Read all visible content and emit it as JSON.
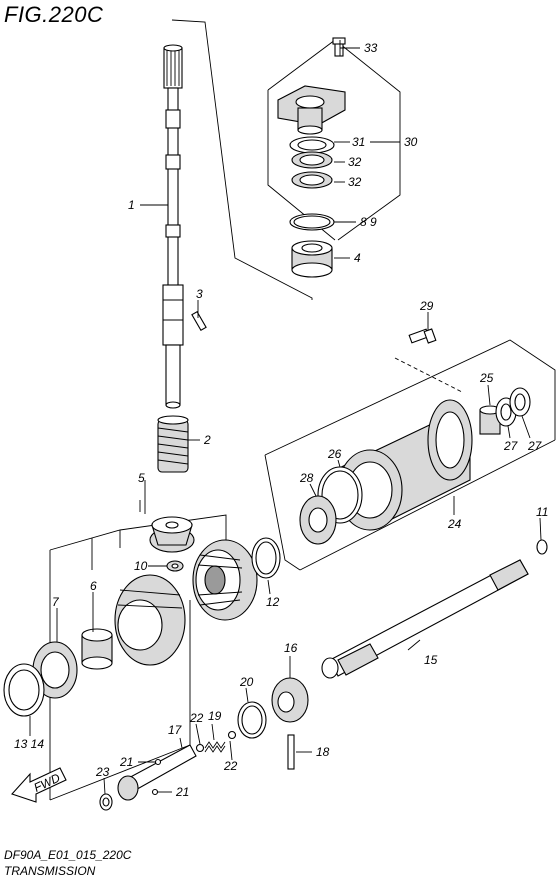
{
  "figure": {
    "title": "FIG.220C",
    "code": "DF90A_E01_015_220C",
    "name": "TRANSMISSION",
    "direction_label": "FWD"
  },
  "callouts": {
    "c1": "1",
    "c2": "2",
    "c3": "3",
    "c4": "4",
    "c5": "5",
    "c6": "6",
    "c7": "7",
    "c89": "8 9",
    "c10": "10",
    "c11": "11",
    "c12": "12",
    "c1314": "13 14",
    "c15": "15",
    "c16": "16",
    "c17": "17",
    "c18": "18",
    "c19": "19",
    "c20": "20",
    "c21a": "21",
    "c21b": "21",
    "c22a": "22",
    "c22b": "22",
    "c23": "23",
    "c24": "24",
    "c25": "25",
    "c26": "26",
    "c27a": "27",
    "c27b": "27",
    "c28": "28",
    "c29": "29",
    "c30": "30",
    "c31": "31",
    "c32a": "32",
    "c32b": "32",
    "c33": "33"
  }
}
